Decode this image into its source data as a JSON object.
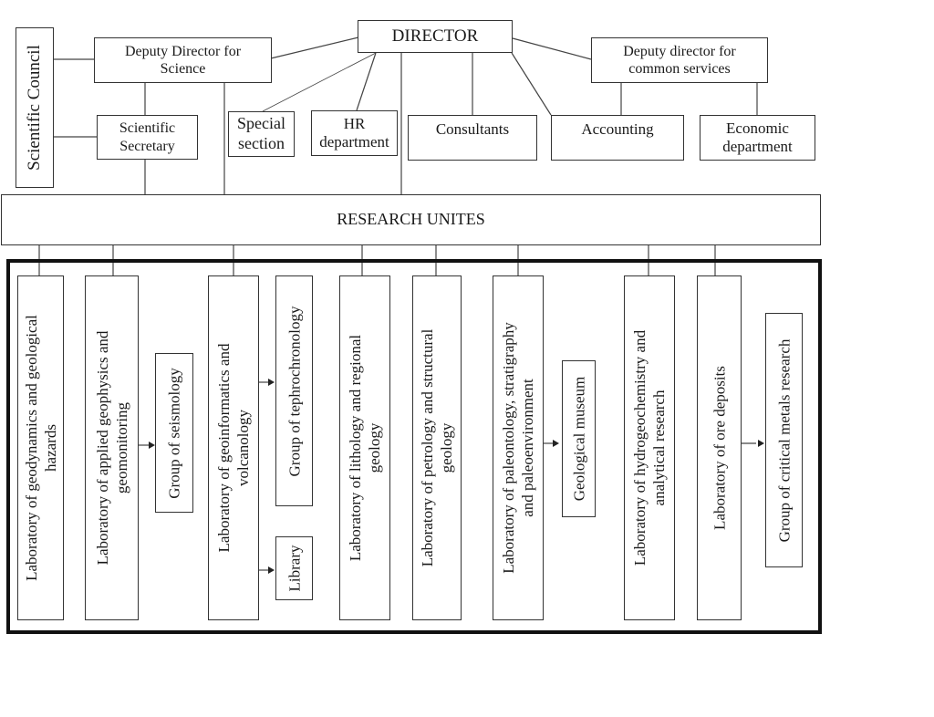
{
  "header": {
    "director": "DIRECTOR",
    "scientific_council": "Scientific Council",
    "deputy_science": [
      "Deputy Director for",
      "Science"
    ],
    "scientific_secretary": [
      "Scientific",
      "Secretary"
    ],
    "special_section": [
      "Special",
      "section"
    ],
    "hr_department": [
      "HR",
      "department"
    ],
    "consultants": "Consultants",
    "accounting": "Accounting",
    "deputy_common": [
      "Deputy director for",
      "common services"
    ],
    "economic_department": [
      "Economic",
      "department"
    ]
  },
  "research_units": {
    "label": "RESEARCH UNITES",
    "labs": [
      {
        "lines": [
          "Laboratory of geodynamics and geological",
          "hazards"
        ]
      },
      {
        "lines": [
          "Laboratory of applied geophysics and",
          "geomonitoring"
        ]
      },
      {
        "lines": [
          "Laboratory of geoinformatics and",
          "volcanology"
        ]
      },
      {
        "lines": [
          "Laboratory of lithology and regional",
          "geology"
        ]
      },
      {
        "lines": [
          "Laboratory of petrology and structural",
          "geology"
        ]
      },
      {
        "lines": [
          "Laboratory of paleontology, stratigraphy",
          "and paleoenvironment"
        ]
      },
      {
        "lines": [
          "Laboratory of hydrogeochemistry and",
          "analytical research"
        ]
      },
      {
        "lines": [
          "Laboratory of ore deposits"
        ]
      }
    ],
    "groups": [
      {
        "label": "Group of seismology"
      },
      {
        "label": "Group of tephrochronology"
      },
      {
        "label": "Library"
      },
      {
        "label": "Geological museum"
      },
      {
        "label": "Group of critical metals research"
      }
    ]
  }
}
